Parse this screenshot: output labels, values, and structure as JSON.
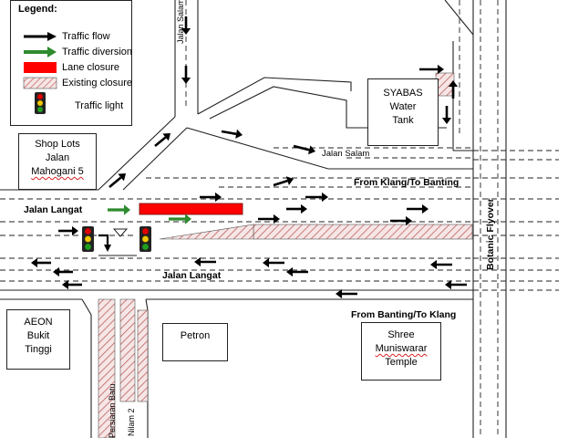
{
  "legend": {
    "title": "Legend:",
    "items": [
      {
        "key": "flow",
        "label": "Traffic flow",
        "color": "#000000"
      },
      {
        "key": "diversion",
        "label": "Traffic diversion",
        "color": "#2e8b2e"
      },
      {
        "key": "closure",
        "label": "Lane closure",
        "color": "#ff0000"
      },
      {
        "key": "existing",
        "label": "Existing closure",
        "color": "#c88080"
      },
      {
        "key": "light",
        "label": "Traffic light"
      }
    ]
  },
  "roads": {
    "jalan_salam_vertical": "Jalan Salam",
    "jalan_salam_diagonal": "Jalan Salam",
    "klang_to_banting": "From Klang/To Banting",
    "jalan_langat_left": "Jalan Langat",
    "jalan_langat_center": "Jalan Langat",
    "banting_to_klang": "From Banting/To Klang",
    "botanic_flyover": "Botanic Flyover",
    "persiaran_batu": "Persiaran Batu",
    "nilam": "Nilam 2"
  },
  "buildings": {
    "shop_lots": [
      "Shop Lots",
      "Jalan",
      "Mahogani 5"
    ],
    "syabas": [
      "SYABAS",
      "Water",
      "Tank"
    ],
    "aeon": [
      "AEON",
      "Bukit",
      "Tinggi"
    ],
    "petron": [
      "Petron"
    ],
    "temple": [
      "Shree",
      "Muniswarar",
      "Temple"
    ]
  },
  "colors": {
    "flow": "#000000",
    "diversion": "#2e8b2e",
    "closure": "#ff0000",
    "hatch": "#c06060",
    "light_red": "#e00000",
    "light_yellow": "#f0c800",
    "light_green": "#1fa01f"
  }
}
